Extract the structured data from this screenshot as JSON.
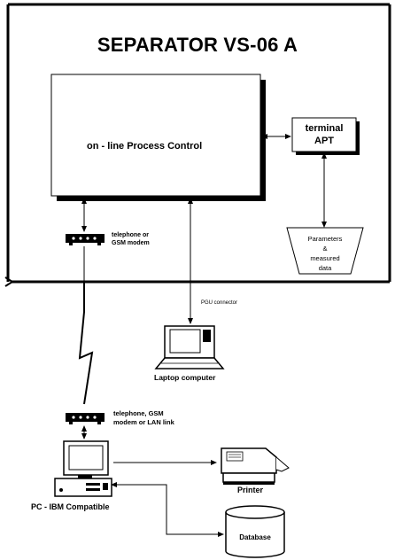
{
  "title": "SEPARATOR VS-06 A",
  "process_box": {
    "label": "on - line Process Control"
  },
  "terminal": {
    "line1": "terminal",
    "line2": "APT"
  },
  "modem_top": {
    "line1": "telephone or",
    "line2": "GSM modem"
  },
  "parameters": {
    "line1": "Parameters",
    "line2": "&",
    "line3": "measured",
    "line4": "data"
  },
  "pgu": {
    "label": "PGU connector"
  },
  "laptop": {
    "label": "Laptop computer"
  },
  "modem_bottom": {
    "line1": "telephone, GSM",
    "line2": "modem or LAN link"
  },
  "printer": {
    "label": "Printer"
  },
  "pc": {
    "label": "PC - IBM Compatible"
  },
  "database": {
    "label": "Database"
  }
}
